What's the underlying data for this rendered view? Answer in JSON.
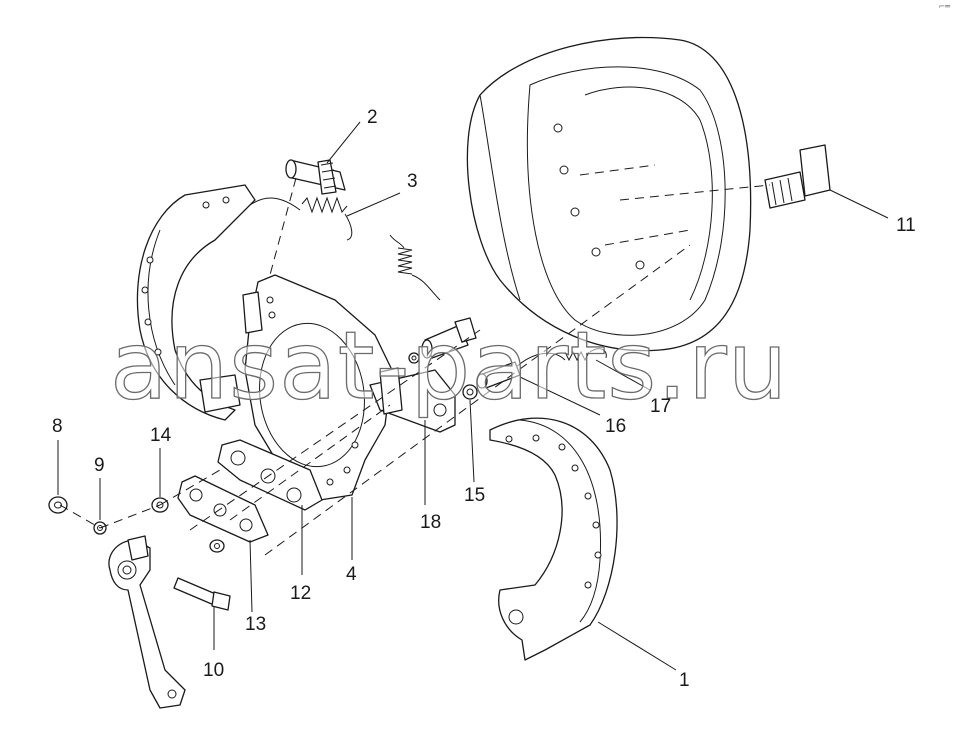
{
  "diagram": {
    "callouts": [
      {
        "id": "c1",
        "label": "1"
      },
      {
        "id": "c2",
        "label": "2"
      },
      {
        "id": "c3",
        "label": "3"
      },
      {
        "id": "c4",
        "label": "4"
      },
      {
        "id": "c8",
        "label": "8"
      },
      {
        "id": "c9",
        "label": "9"
      },
      {
        "id": "c10",
        "label": "10"
      },
      {
        "id": "c11",
        "label": "11"
      },
      {
        "id": "c12",
        "label": "12"
      },
      {
        "id": "c13",
        "label": "13"
      },
      {
        "id": "c14",
        "label": "14"
      },
      {
        "id": "c15",
        "label": "15"
      },
      {
        "id": "c16",
        "label": "16"
      },
      {
        "id": "c17",
        "label": "17"
      },
      {
        "id": "c18",
        "label": "18"
      }
    ]
  },
  "watermark": "ansat-parts.ru",
  "corner_mark": "⌐═"
}
